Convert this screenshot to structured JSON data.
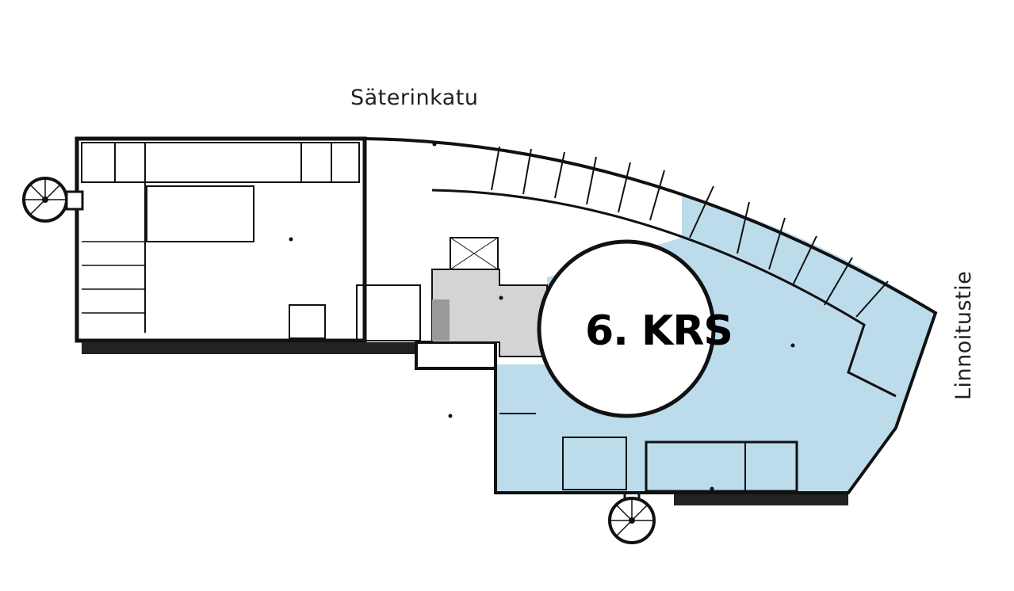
{
  "streets": {
    "top": "Säterinkatu",
    "right": "Linnoitustie"
  },
  "floor_label": "6. KRS",
  "colors": {
    "leased_area": "#bcdcec",
    "core": "#d4d4d4",
    "walls": "#111111"
  }
}
